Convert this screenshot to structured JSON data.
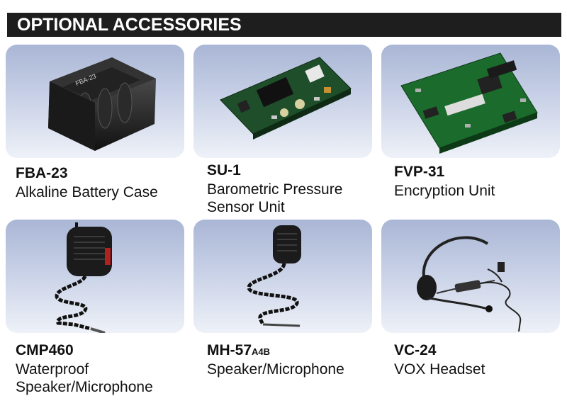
{
  "header": {
    "title": "OPTIONAL ACCESSORIES"
  },
  "items": [
    {
      "model": "FBA-23",
      "model_suffix": "",
      "description": "Alkaline Battery Case",
      "icon": "battery-case-icon"
    },
    {
      "model": "SU-1",
      "model_suffix": "",
      "description": "Barometric Pressure\nSensor Unit",
      "icon": "circuit-board-icon"
    },
    {
      "model": "FVP-31",
      "model_suffix": "",
      "description": "Encryption Unit",
      "icon": "circuit-board-icon"
    },
    {
      "model": "CMP460",
      "model_suffix": "",
      "description": "Waterproof\nSpeaker/Microphone",
      "icon": "speaker-microphone-icon"
    },
    {
      "model": "MH-57",
      "model_suffix": "A4B",
      "description": "Speaker/Microphone",
      "icon": "speaker-microphone-icon"
    },
    {
      "model": "VC-24",
      "model_suffix": "",
      "description": "VOX Headset",
      "icon": "headset-icon"
    }
  ],
  "label_text": {
    "battery": "FBA-23"
  }
}
